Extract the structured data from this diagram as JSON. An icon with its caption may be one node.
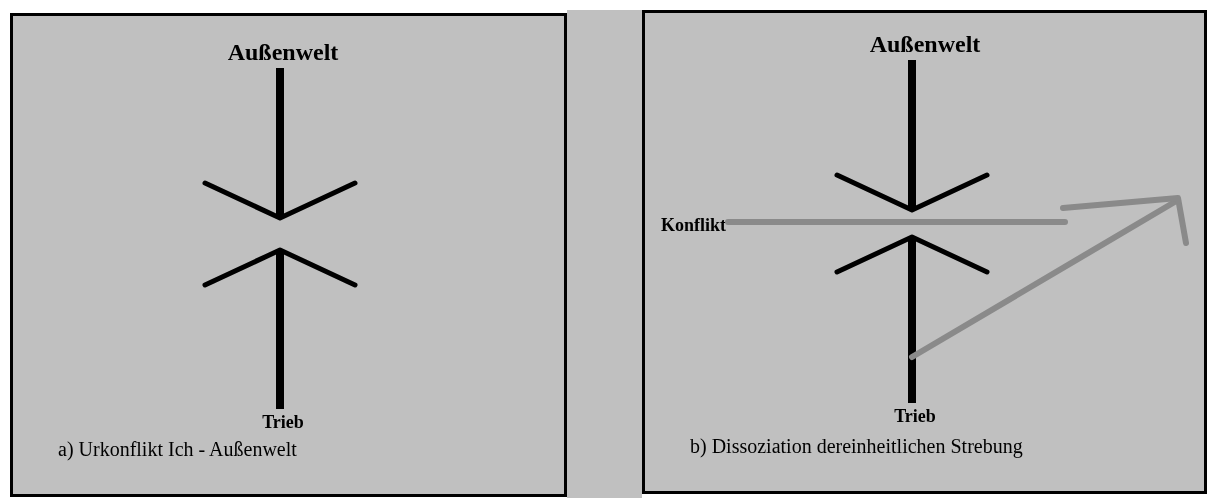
{
  "diagram": {
    "nodes": [
      {
        "text": [
          "a) Urkonflikt Ich - Außenwelt"
        ]
      },
      {
        "text": [
          "Außenwelt"
        ],
        "in": 0
      },
      {
        "text": [
          "Trieb"
        ],
        "in": 0
      },
      {
        "text": [
          "b) Dissoziation dereinheitlichen Strebung"
        ]
      },
      {
        "text": [
          "Außenwelt"
        ],
        "in": 3
      },
      {
        "text": [
          "Trieb"
        ],
        "in": 3
      },
      {
        "text": [
          "Konflikt"
        ],
        "in": 3
      }
    ],
    "edges": [
      {
        "from": 1,
        "to": null,
        "arrow": "to"
      },
      {
        "from": 2,
        "to": null,
        "arrow": "to"
      },
      {
        "from": 4,
        "to": null,
        "arrow": "to"
      },
      {
        "from": 5,
        "to": null,
        "arrow": "to"
      },
      {
        "from": 6,
        "to": null,
        "arrow": "none",
        "color": "#8a8a8a"
      }
    ]
  }
}
